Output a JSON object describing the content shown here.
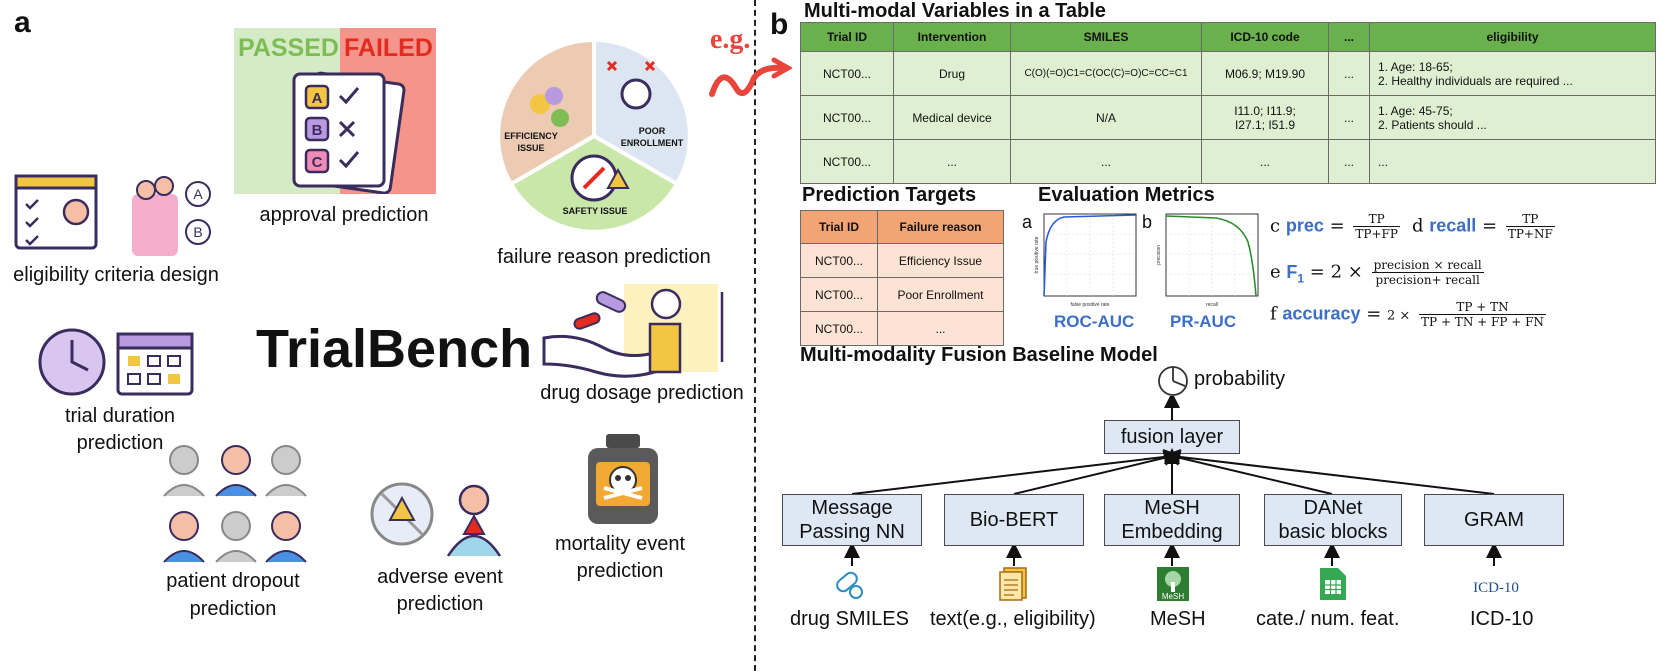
{
  "panel_a": {
    "letter": "a",
    "center_title": "TrialBench",
    "approval": {
      "passed": "PASSED",
      "failed": "FAILED",
      "label": "approval prediction"
    },
    "failure_pie": {
      "efficiency": "EFFICIENCY ISSUE",
      "enrollment": "POOR ENROLLMENT",
      "safety": "SAFETY ISSUE",
      "label": "failure reason prediction"
    },
    "tasks": {
      "eligibility": "eligibility criteria design",
      "duration_line1": "trial duration",
      "duration_line2": "prediction",
      "dropout_line1": "patient dropout",
      "dropout_line2": "prediction",
      "adverse_line1": "adverse event",
      "adverse_line2": "prediction",
      "mortality_line1": "mortality event",
      "mortality_line2": "prediction",
      "dosage": "drug dosage prediction"
    },
    "eligibility_options": [
      "A",
      "B"
    ],
    "checklist_letters": [
      "A",
      "B",
      "C"
    ]
  },
  "panel_b": {
    "letter": "b",
    "eg": "e.g.",
    "table_title": "Multi-modal Variables in a Table",
    "table": {
      "headers": [
        "Trial ID",
        "Intervention",
        "SMILES",
        "ICD-10 code",
        "...",
        "eligibility"
      ],
      "rows": [
        [
          "NCT00...",
          "Drug",
          "C(O)(=O)C1=C(OC(C)=O)C=CC=C1",
          "M06.9; M19.90",
          "...",
          "1. Age: 18-65;",
          "2. Healthy individuals are required ..."
        ],
        [
          "NCT00...",
          "Medical device",
          "N/A",
          "I11.0; I11.9;",
          "...",
          "1. Age: 45-75;",
          "2. Patients should ..."
        ],
        [
          "NCT00...",
          "...",
          "...",
          "...",
          "...",
          "...",
          ""
        ]
      ],
      "row2_icd_line2": "I27.1; I51.9"
    },
    "targets_title": "Prediction Targets",
    "targets": {
      "headers": [
        "Trial ID",
        "Failure reason"
      ],
      "rows": [
        [
          "NCT00...",
          "Efficiency Issue"
        ],
        [
          "NCT00...",
          "Poor Enrollment"
        ],
        [
          "NCT00...",
          "..."
        ]
      ]
    },
    "metrics_title": "Evaluation Metrics",
    "curves": {
      "roc": {
        "letter": "a",
        "label": "ROC-AUC",
        "xlabel": "false positive rate",
        "ylabel": "true positive rate"
      },
      "pr": {
        "letter": "b",
        "label": "PR-AUC",
        "xlabel": "recall",
        "ylabel": "precision"
      }
    },
    "formulas": {
      "prec_letter": "c",
      "prec": "prec",
      "prec_num": "TP",
      "prec_den": "TP+FP",
      "recall_letter": "d",
      "recall": "recall",
      "recall_num": "TP",
      "recall_den": "TP+NF",
      "f1_letter": "e",
      "f1": "F",
      "f1_sub": "1",
      "f1_coef": "2 ×",
      "f1_num": "precision × recall",
      "f1_den": "precision+ recall",
      "acc_letter": "f",
      "acc": "accuracy",
      "acc_coef": "2 ×",
      "acc_num": "TP + TN",
      "acc_den": "TP + TN + FP + FN"
    },
    "fusion_title": "Multi-modality Fusion Baseline Model",
    "output_label": "probability",
    "fusion_layer": "fusion layer",
    "encoders": [
      {
        "line1": "Message",
        "line2": "Passing NN",
        "input": "drug SMILES"
      },
      {
        "line1": "Bio-BERT",
        "line2": "",
        "input": "text(e.g., eligibility)"
      },
      {
        "line1": "MeSH",
        "line2": "Embedding",
        "input": "MeSH"
      },
      {
        "line1": "DANet",
        "line2": "basic blocks",
        "input": "cate./ num. feat."
      },
      {
        "line1": "GRAM",
        "line2": "",
        "input": "ICD-10"
      }
    ],
    "input_icons": {
      "mesh_logo": "MeSH",
      "icd_logo": "ICD-10"
    }
  },
  "colors": {
    "green_header": "#6ab04c",
    "green_cell": "#dff0d2",
    "orange_header": "#f2a474",
    "orange_cell": "#fce3d3",
    "box_blue": "#dde8f4",
    "metric_blue": "#3c6ec8",
    "passed_bg": "#d5ebc8",
    "failed_bg": "#f4948a"
  }
}
